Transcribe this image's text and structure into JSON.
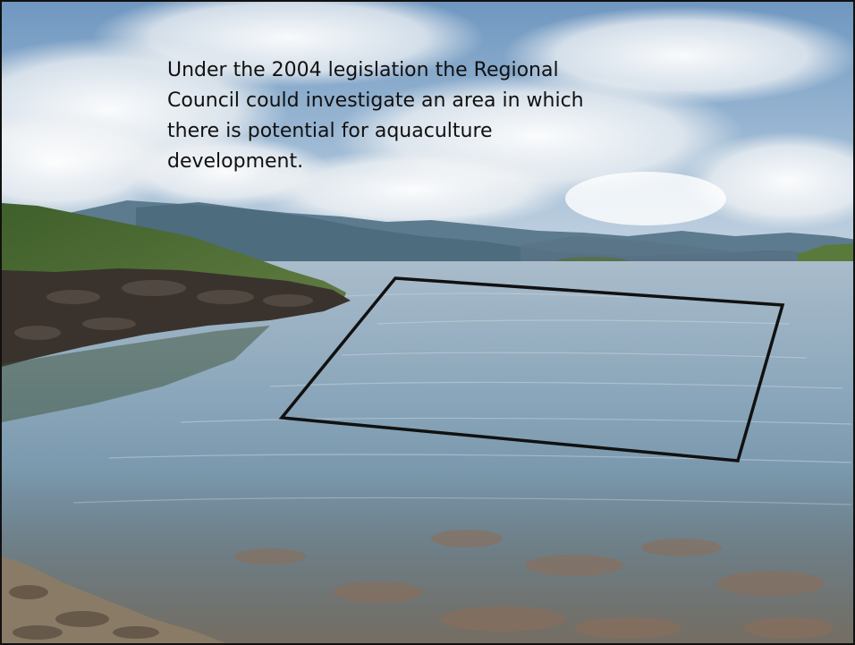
{
  "slide": {
    "caption": "Under the 2004 legislation the Regional\nCouncil could investigate an area in which\nthere is potential for aquaculture\ndevelopment."
  },
  "photo": {
    "subject": "coastal bay with hills, rocky shoreline and cloudy sky",
    "colors": {
      "sky": "#8fb0cf",
      "clouds": "#f2f3f4",
      "hills": "#4f6f82",
      "water": "#7f9eb3",
      "shore_grass": "#4d6b34",
      "rocks": "#3b3530"
    }
  },
  "overlay": {
    "shape": "quadrilateral-outline",
    "stroke_color": "#111111"
  }
}
